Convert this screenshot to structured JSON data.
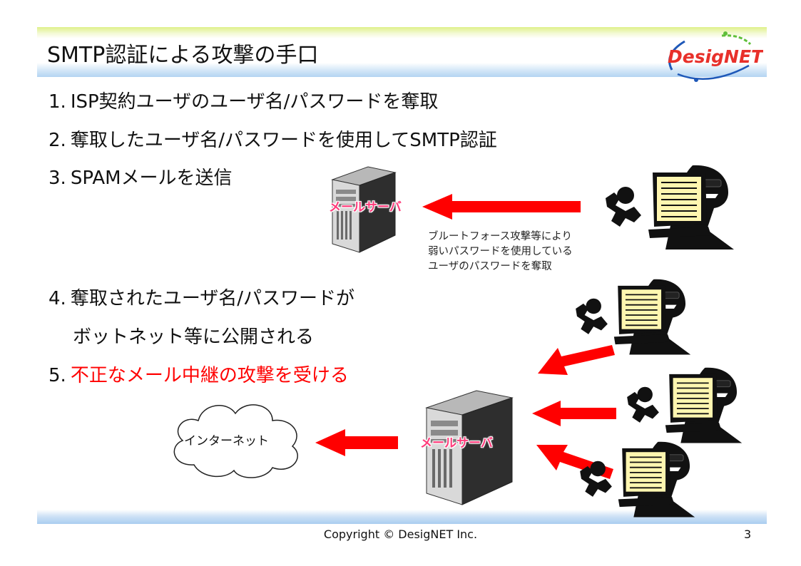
{
  "slide": {
    "title": "SMTP認証による攻撃の手口",
    "logo_text": "DesigNET",
    "items": [
      {
        "num": "1.",
        "text": "ISP契約ユーザのユーザ名/パスワードを奪取"
      },
      {
        "num": "2.",
        "text": "奪取したユーザ名/パスワードを使用してSMTP認証"
      },
      {
        "num": "3.",
        "text": "SPAMメールを送信"
      },
      {
        "num": "4.",
        "text": "奪取されたユーザ名/パスワードが"
      },
      {
        "num": "",
        "text": "ボットネット等に公開される"
      },
      {
        "num": "5.",
        "text": "不正なメール中継の攻撃を受ける"
      }
    ],
    "note_lines": [
      "ブルートフォース攻撃等により",
      "弱いパスワードを使用している",
      "ユーザのパスワードを奪取"
    ],
    "server_label": "メールサーバ",
    "cloud_label": "インターネット",
    "footer": "Copyright © DesigNET Inc.",
    "page_number": "3"
  },
  "colors": {
    "accent_red": "#ff0000",
    "server_label": "#ff3b7a",
    "logo_red": "#e8302a",
    "logo_blue": "#1e58b8"
  },
  "icons": [
    "server-icon",
    "hacker-icon",
    "cloud-icon",
    "arrow-left-icon",
    "logo-icon"
  ]
}
